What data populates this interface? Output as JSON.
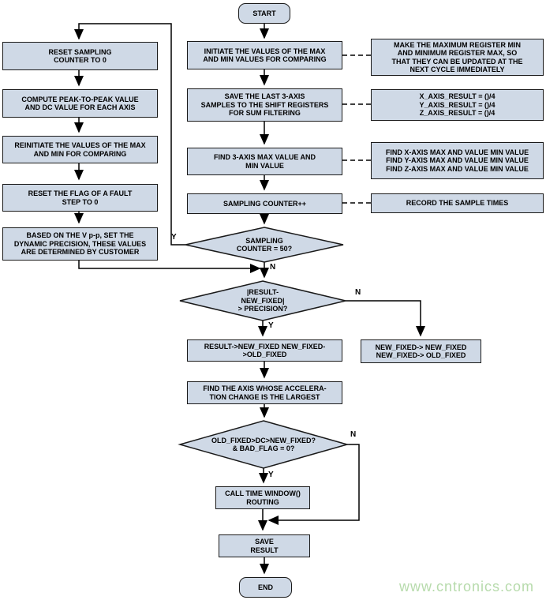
{
  "nodes": {
    "start": "START",
    "initiate": "INITIATE THE VALUES OF THE MAX\nAND MIN VALUES FOR COMPARING",
    "save_samples": "SAVE THE LAST 3-AXIS\nSAMPLES TO THE SHIFT REGISTERS\nFOR SUM FILTERING",
    "find_max_min": "FIND 3-AXIS MAX VALUE AND\nMIN VALUE",
    "sampling_inc": "SAMPLING COUNTER++",
    "d_sampling": "SAMPLING\nCOUNTER = 50?",
    "reset_counter": "RESET SAMPLING\nCOUNTER TO 0",
    "compute_pp": "COMPUTE PEAK-TO-PEAK VALUE\nAND DC VALUE FOR EACH AXIS",
    "reinitiate": "REINITIATE THE VALUES OF THE MAX\nAND MIN FOR COMPARING",
    "reset_flag": "RESET THE FLAG OF A FAULT\nSTEP TO 0",
    "based_vpp": "BASED ON THE V p-p, SET THE\nDYNAMIC PRECISION, THESE VALUES\nARE DETERMINED BY CUSTOMER",
    "d_precision": "|RESULT-\nNEW_FIXED|\n> PRECISION?",
    "result_fixed": "RESULT->NEW_FIXED NEW_FIXED-\n>OLD_FIXED",
    "new_fixed": "NEW_FIXED-> NEW_FIXED\nNEW_FIXED-> OLD_FIXED",
    "find_largest": "FIND THE AXIS WHOSE ACCELERA-\nTION CHANGE IS THE LARGEST",
    "d_window": "OLD_FIXED>DC>NEW_FIXED?\n& BAD_FLAG = 0?",
    "call_window": "CALL TIME WINDOW()\nROUTING",
    "save_result": "SAVE\nRESULT",
    "end": "END"
  },
  "notes": {
    "make_max": "MAKE THE MAXIMUM REGISTER MIN\nAND MINIMUM REGISTER MAX, SO\nTHAT THEY CAN BE UPDATED AT THE\nNEXT CYCLE IMMEDIATELY",
    "axis_result": "X_AXIS_RESULT = ()/4\nY_AXIS_RESULT = ()/4\nZ_AXIS_RESULT = ()/4",
    "find_axis": "FIND X-AXIS MAX AND VALUE MIN VALUE\nFIND Y-AXIS MAX AND VALUE MIN VALUE\nFIND Z-AXIS MAX AND VALUE MIN VALUE",
    "record": "RECORD THE SAMPLE TIMES"
  },
  "branch_labels": {
    "yes": "Y",
    "no": "N"
  },
  "watermark": "www.cntronics.com",
  "colors": {
    "node_fill": "#cfd9e6",
    "node_border": "#1a1a1a",
    "connector": "#000000",
    "watermark": "#b7dbac",
    "background": "#ffffff"
  }
}
